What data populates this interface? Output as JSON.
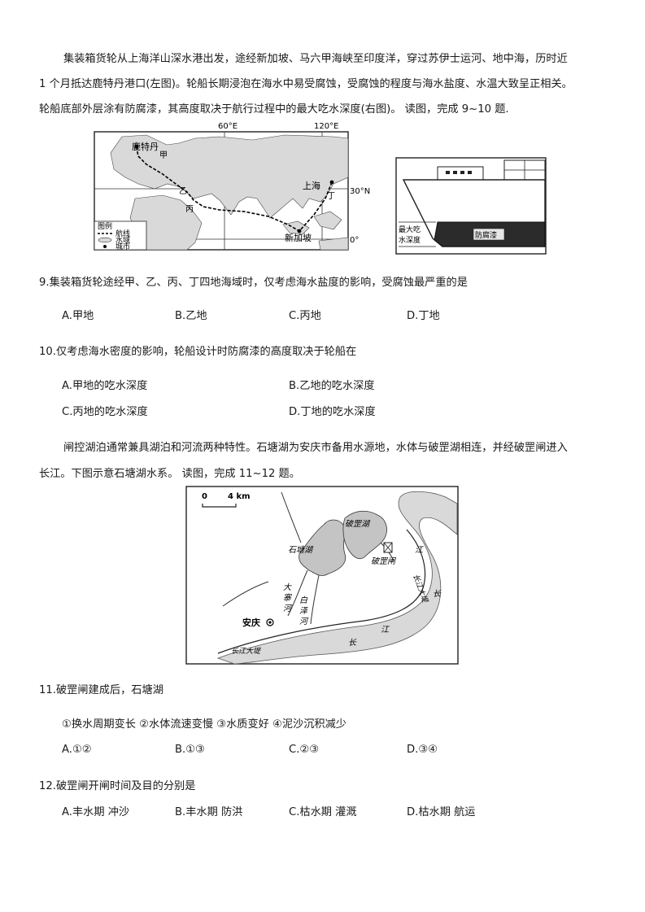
{
  "passage1": {
    "line1": "集装箱货轮从上海洋山深水港出发，途经新加坡、马六甲海峡至印度洋，穿过苏伊士运河、地中海，历时近",
    "line2": "1 个月抵达鹿特丹港口(左图)。轮船长期浸泡在海水中易受腐蚀，受腐蚀的程度与海水盐度、水温大致呈正相关。",
    "line3": "轮船底部外层涂有防腐漆，其高度取决于航行过程中的最大吃水深度(右图)。 读图，完成 9~10 题."
  },
  "map1": {
    "lon60": "60°E",
    "lon120": "120°E",
    "lat30": "30°N",
    "lat0": "0°",
    "rotterdam": "鹿特丹",
    "jia": "甲",
    "yi": "乙",
    "bing": "丙",
    "ding": "丁",
    "shanghai": "上海",
    "singapore": "新加坡",
    "legend_title": "图例",
    "legend_route": "航线",
    "legend_water": "水域",
    "legend_city": "城市"
  },
  "ship": {
    "draft_label_1": "最大吃",
    "draft_label_2": "水深度",
    "paint_label": "防腐漆"
  },
  "q9": {
    "stem": "9.集装箱货轮途经甲、乙、丙、丁四地海域时，仅考虑海水盐度的影响，受腐蚀最严重的是",
    "a": "A.甲地",
    "b": "B.乙地",
    "c": "C.丙地",
    "d": "D.丁地"
  },
  "q10": {
    "stem": "10.仅考虑海水密度的影响，轮船设计时防腐漆的高度取决于轮船在",
    "a": "A.甲地的吃水深度",
    "b": "B.乙地的吃水深度",
    "c": "C.丙地的吃水深度",
    "d": "D.丁地的吃水深度"
  },
  "passage2": {
    "line1": "闸控湖泊通常兼具湖泊和河流两种特性。石塘湖为安庆市备用水源地，水体与破罡湖相连，并经破罡闸进入",
    "line2": "长江。下图示意石塘湖水系。 读图，完成 11~12 题。"
  },
  "map2": {
    "scale_0": "0",
    "scale_4km": "4 km",
    "shitang": "石塘湖",
    "pogang_lake": "破罡湖",
    "pogang_gate": "破罡闸",
    "da": "大",
    "sai": "寨",
    "he1": "河",
    "bai": "白",
    "ze": "泽",
    "he2": "河",
    "anqing": "安庆",
    "dike_bottom": "长江大堤",
    "dike_right": "长江大堤",
    "river_jiang_bottom": "江",
    "river_chang_bottom": "长",
    "river_jiang_right": "江",
    "river_chang_right": "长"
  },
  "q11": {
    "stem": "11.破罡闸建成后，石塘湖",
    "items": "①换水周期变长 ②水体流速变慢 ③水质变好 ④泥沙沉积减少",
    "a": "A.①②",
    "b": "B.①③",
    "c": "C.②③",
    "d": "D.③④"
  },
  "q12": {
    "stem": "12.破罡闸开闸时间及目的分别是",
    "a": "A.丰水期 冲沙",
    "b": "B.丰水期 防洪",
    "c": "C.枯水期 灌溉",
    "d": "D.枯水期 航运"
  }
}
